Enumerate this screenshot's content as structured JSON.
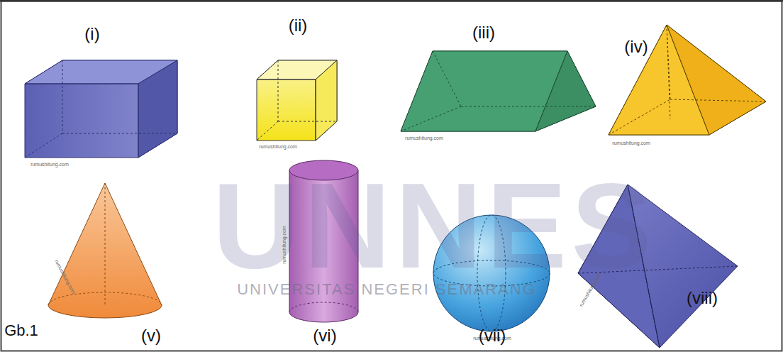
{
  "diagram": {
    "labels": [
      "(i)",
      "(ii)",
      "(iii)",
      "(iv)",
      "rumushitung.com",
      "rumushitung.com",
      "rumushitung.com",
      "rumushitung.com",
      "UNNES",
      "UNIVERSITAS NEGERI SEMARANG",
      "rumushitung.com",
      "rumushitung.com",
      "rumushitung.com",
      "rumushitung.com",
      "Gb.1",
      "(v)",
      "(vi)",
      "(vii)",
      "(viii)"
    ]
  }
}
